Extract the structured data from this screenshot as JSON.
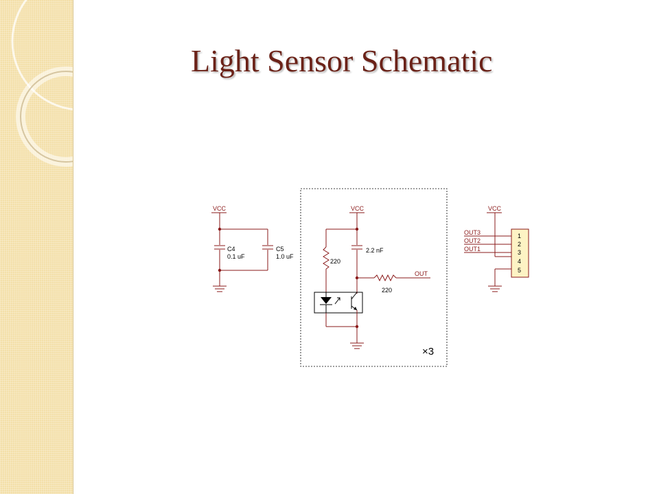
{
  "slide": {
    "title": "Light Sensor Schematic"
  },
  "schematic": {
    "vcc_left": "VCC",
    "vcc_mid": "VCC",
    "vcc_right": "VCC",
    "c4_name": "C4",
    "c4_value": "0.1 uF",
    "c5_name": "C5",
    "c5_value": "1.0 uF",
    "r_pullup_value": "220",
    "c_filter_value": "2.2 nF",
    "r_series_value": "220",
    "out_label": "OUT",
    "multiplier": "×3",
    "header_nets": [
      "OUT3",
      "OUT2",
      "OUT1"
    ],
    "header_pins": [
      "1",
      "2",
      "3",
      "4",
      "5"
    ]
  },
  "colors": {
    "wire": "#8a1a1a",
    "title": "#6b2218",
    "sidebar": "#f3dfa8",
    "connector_fill": "#fdf3c4"
  }
}
